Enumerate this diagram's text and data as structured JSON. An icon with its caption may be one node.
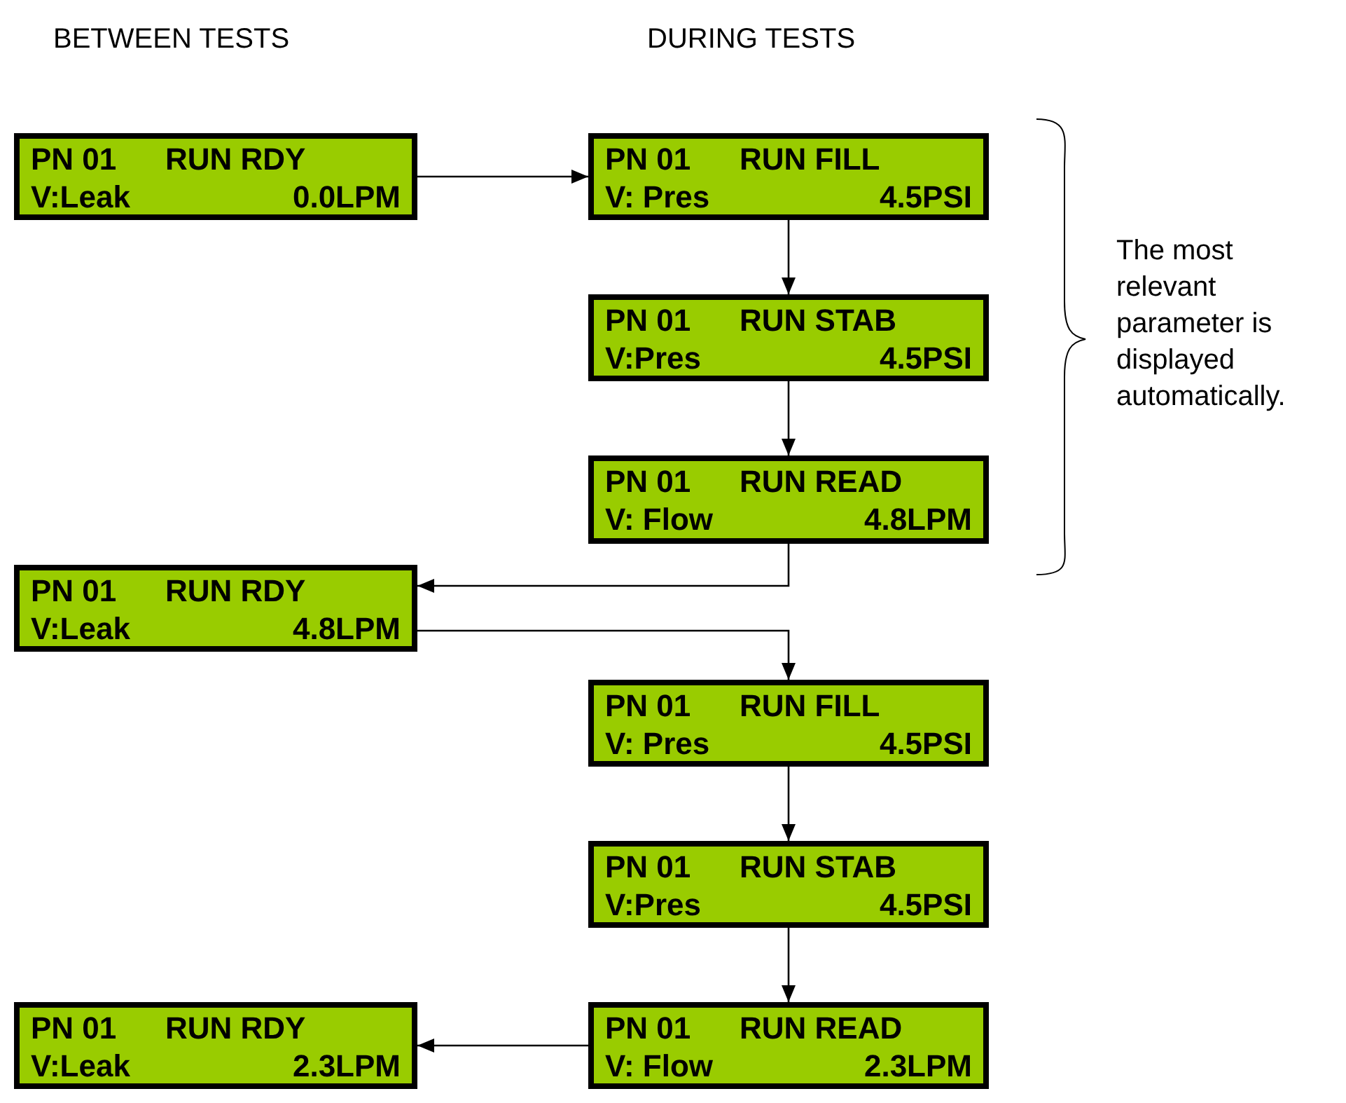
{
  "diagram": {
    "nodes": [
      {
        "text": [
          "PN 01",
          "RUN RDY",
          "V:Leak",
          "0.0LPM"
        ]
      },
      {
        "text": [
          "PN 01",
          "RUN FILL",
          "V: Pres",
          "4.5PSI"
        ]
      },
      {
        "text": [
          "PN 01",
          "RUN STAB",
          "V:Pres",
          "4.5PSI"
        ]
      },
      {
        "text": [
          "PN 01",
          "RUN READ",
          "V: Flow",
          "4.8LPM"
        ]
      },
      {
        "text": [
          "PN 01",
          "RUN RDY",
          "V:Leak",
          "4.8LPM"
        ]
      },
      {
        "text": [
          "PN 01",
          "RUN FILL",
          "V: Pres",
          "4.5PSI"
        ]
      },
      {
        "text": [
          "PN 01",
          "RUN STAB",
          "V:Pres",
          "4.5PSI"
        ]
      },
      {
        "text": [
          "PN 01",
          "RUN READ",
          "V: Flow",
          "2.3LPM"
        ]
      },
      {
        "text": [
          "PN 01",
          "RUN RDY",
          "V:Leak",
          "2.3LPM"
        ]
      }
    ],
    "edges": [
      {
        "from": 0,
        "to": 1,
        "arrow": "to"
      },
      {
        "from": 1,
        "to": 2,
        "arrow": "to"
      },
      {
        "from": 2,
        "to": 3,
        "arrow": "to"
      },
      {
        "from": 3,
        "to": 4,
        "arrow": "to"
      },
      {
        "from": 4,
        "to": 5,
        "arrow": "to"
      },
      {
        "from": 5,
        "to": 6,
        "arrow": "to"
      },
      {
        "from": 6,
        "to": 7,
        "arrow": "to"
      },
      {
        "from": 7,
        "to": 8,
        "arrow": "to"
      }
    ],
    "labels": [
      "BETWEEN TESTS",
      "DURING TESTS",
      "The most relevant parameter is displayed automatically."
    ]
  }
}
